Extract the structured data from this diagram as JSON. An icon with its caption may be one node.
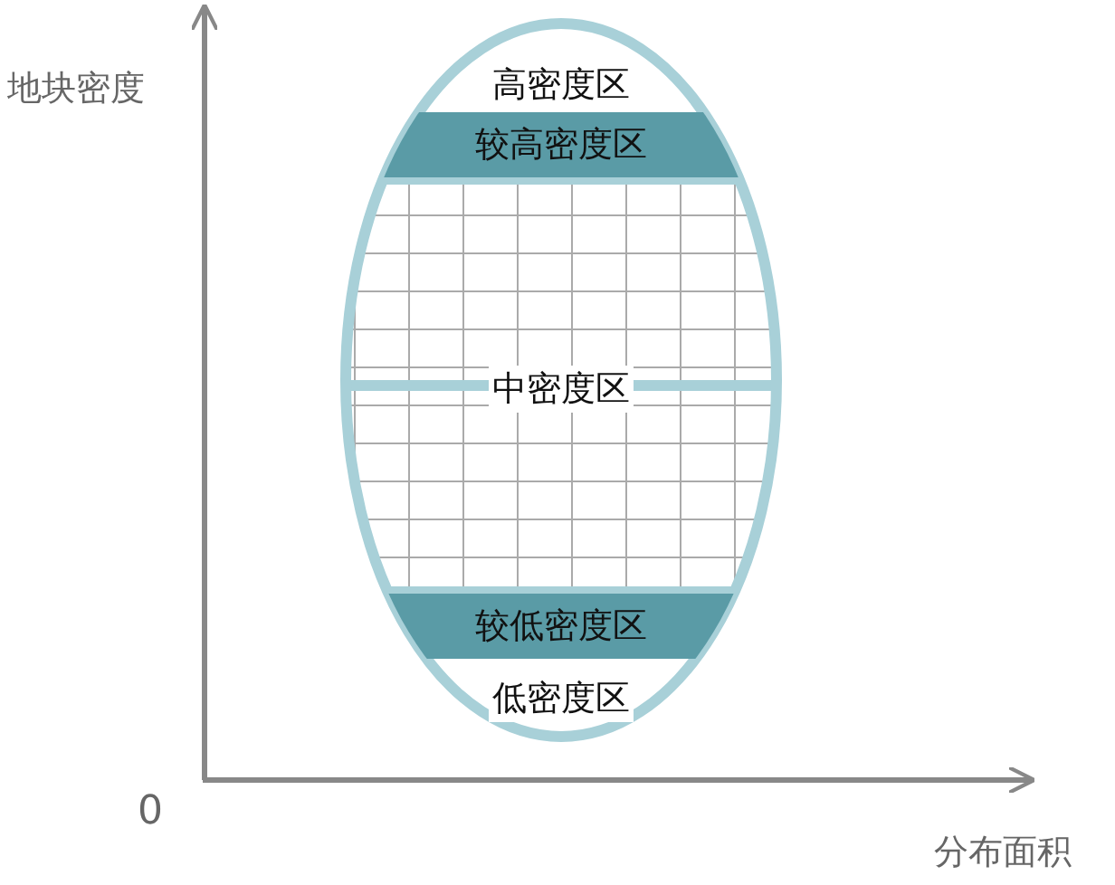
{
  "diagram": {
    "nodes": [
      {
        "text": [],
        "shape": "ellipse"
      },
      {
        "text": [
          "高密度区"
        ],
        "in": 0
      },
      {
        "text": [
          "较高密度区"
        ],
        "in": 0
      },
      {
        "text": [
          "中密度区"
        ],
        "in": 0
      },
      {
        "text": [
          "较低密度区"
        ],
        "in": 0
      },
      {
        "text": [
          "低密度区"
        ],
        "in": 0
      }
    ],
    "edges": [],
    "labels": [
      "地块密度",
      "0",
      "分布面积"
    ]
  }
}
